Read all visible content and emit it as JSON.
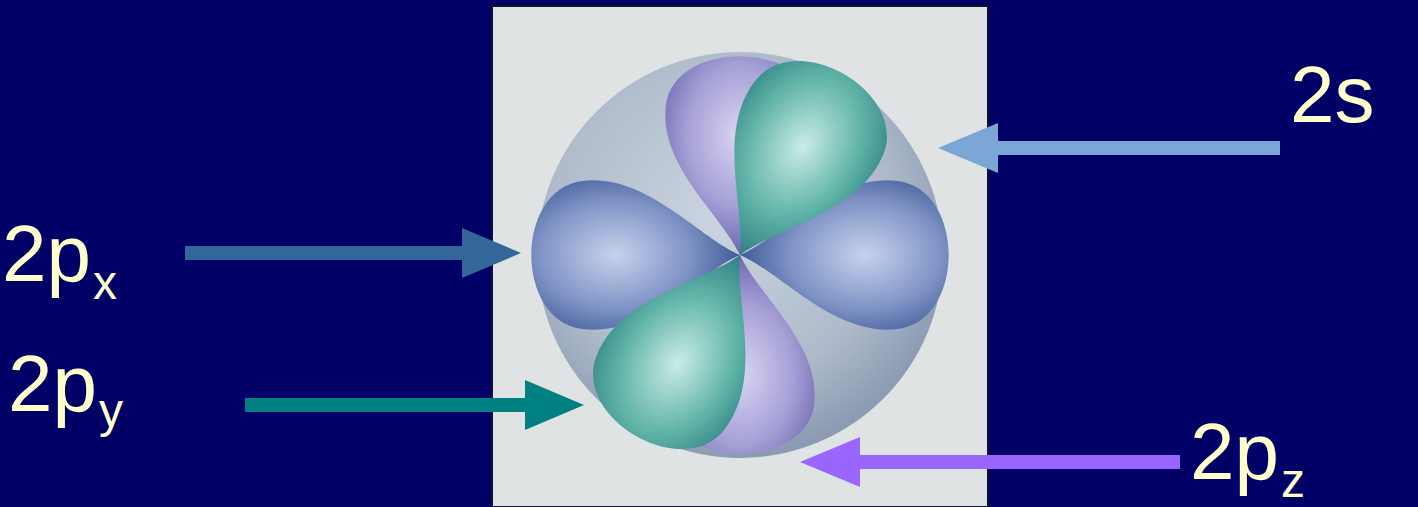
{
  "diagram": {
    "labels": [
      "2s",
      "2p",
      "x",
      "2p",
      "y",
      "2p",
      "z"
    ]
  }
}
